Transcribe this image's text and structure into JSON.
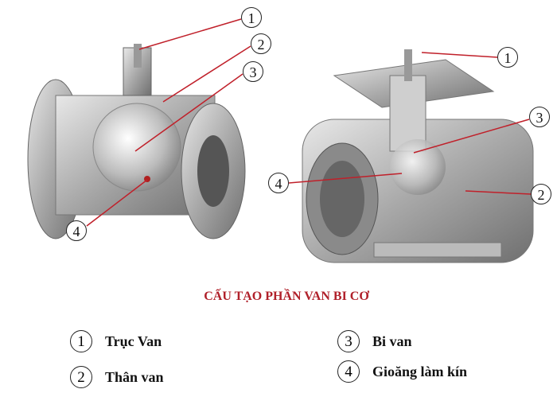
{
  "title": "CẤU TẠO PHẦN VAN BI CƠ",
  "left_valve_callouts": [
    "1",
    "2",
    "3",
    "4"
  ],
  "right_valve_callouts": [
    "1",
    "3",
    "4",
    "2"
  ],
  "legend": [
    {
      "number": "1",
      "label": "Trục Van"
    },
    {
      "number": "2",
      "label": "Thân van"
    },
    {
      "number": "3",
      "label": "Bi van"
    },
    {
      "number": "4",
      "label": "Gioăng làm kín"
    }
  ],
  "colors": {
    "title": "#b0202a",
    "leader_line": "#c0202a"
  }
}
